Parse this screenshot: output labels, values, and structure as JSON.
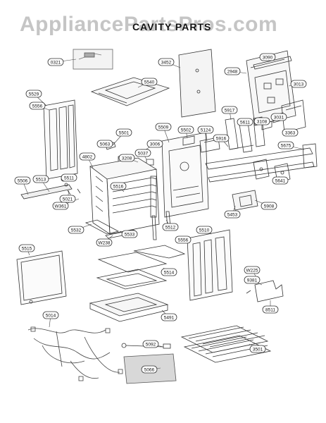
{
  "watermark": "AppliancePartsPros.com",
  "title": "CAVITY PARTS",
  "colors": {
    "line": "#333333",
    "callout_fill": "#ffffff",
    "leader": "#444444",
    "watermark": "#969696"
  },
  "callouts": [
    "0321",
    "5540",
    "3452",
    "2948",
    "3013",
    "3090",
    "5529",
    "5556",
    "5501",
    "5063",
    "3006",
    "5037",
    "5509",
    "5502",
    "5124",
    "5917",
    "5916",
    "5611",
    "3108",
    "3031",
    "3363",
    "5675",
    "4802",
    "3208",
    "5511",
    "5506",
    "5513",
    "5516",
    "5021",
    "5641",
    "5453",
    "5908",
    "W361",
    "5532",
    "5533",
    "W238",
    "5512",
    "5510",
    "5556",
    "5515",
    "5514",
    "W225",
    "9381",
    "5491",
    "8511",
    "5014",
    "5092",
    "5066",
    "3501"
  ]
}
